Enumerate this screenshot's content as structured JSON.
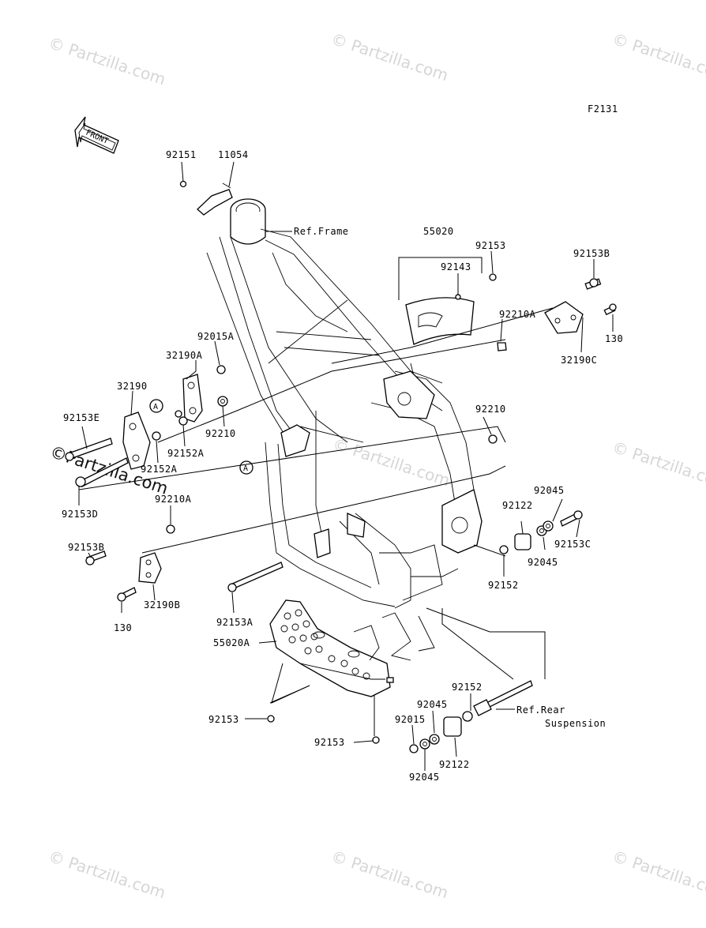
{
  "figure_code": "F2131",
  "front_label": "FRONT",
  "ref_marker": "A",
  "watermarks": [
    "© Partzilla.com",
    "©Partzilla.com"
  ],
  "parts": {
    "p92151": "92151",
    "p11054": "11054",
    "ref_frame": "Ref.Frame",
    "p55020": "55020",
    "p92153_top": "92153",
    "p92143": "92143",
    "p92153B_top": "92153B",
    "p92210A_right": "92210A",
    "p130_right": "130",
    "p32190C": "32190C",
    "p92015A": "92015A",
    "p32190A": "32190A",
    "p32190": "32190",
    "p92153E": "92153E",
    "p92210_left": "92210",
    "p92152A_1": "92152A",
    "p92152A_2": "92152A",
    "p92153D": "92153D",
    "p92210A_left": "92210A",
    "p92210_right": "92210",
    "p92045_top": "92045",
    "p92122_top": "92122",
    "p92153C": "92153C",
    "p92045_mid": "92045",
    "p92152_right": "92152",
    "p92153B_left": "92153B",
    "p32190B": "32190B",
    "p130_left": "130",
    "p92153A": "92153A",
    "p55020A": "55020A",
    "p92153_bottom1": "92153",
    "p92153_bottom2": "92153",
    "p92152_bottom": "92152",
    "ref_rear_1": "Ref.Rear",
    "ref_rear_2": "Suspension",
    "p92045_b1": "92045",
    "p92015": "92015",
    "p92122_bottom": "92122",
    "p92045_b2": "92045"
  }
}
